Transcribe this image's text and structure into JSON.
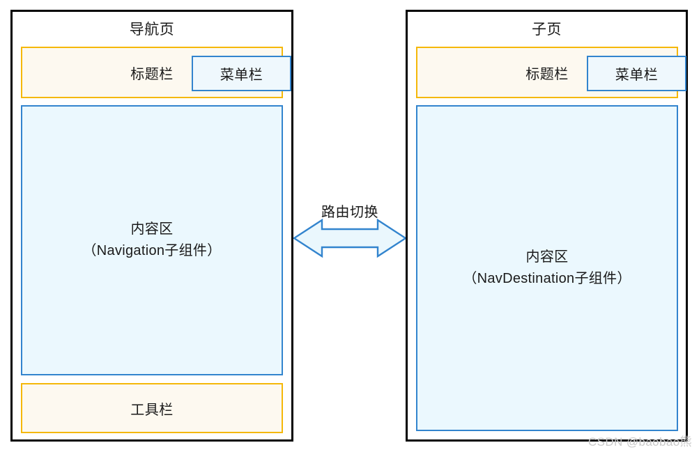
{
  "diagram": {
    "left_panel": {
      "heading": "导航页",
      "title_bar": "标题栏",
      "menu_bar": "菜单栏",
      "content_line1": "内容区",
      "content_line2": "（Navigation子组件）",
      "tool_bar": "工具栏"
    },
    "right_panel": {
      "heading": "子页",
      "title_bar": "标题栏",
      "menu_bar": "菜单栏",
      "content_line1": "内容区",
      "content_line2": "（NavDestination子组件）"
    },
    "connector": {
      "label": "路由切换",
      "icon": "double-headed-arrow"
    },
    "watermark": "CSDN @baobao熊",
    "colors": {
      "panel_border": "#000000",
      "bar_border": "#f5b809",
      "bar_fill": "#fdf9f0",
      "content_border": "#3284ce",
      "content_fill": "#ebf8fe",
      "menu_fill": "#eff8fd",
      "arrow_fill": "#eaf7fd",
      "arrow_stroke": "#3284ce",
      "text": "#1a1a1a",
      "watermark": "#c9c9c9",
      "background": "#ffffff"
    }
  }
}
